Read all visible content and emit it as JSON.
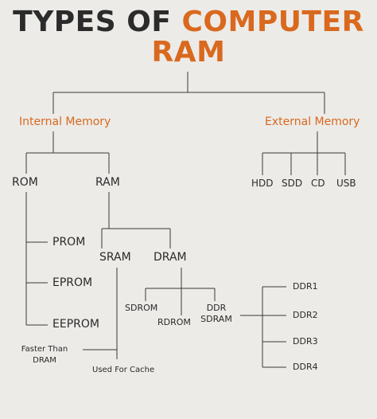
{
  "title": {
    "part1": "TYPES OF ",
    "part1_highlight": "COMPUTER",
    "part2": "RAM"
  },
  "nodes": {
    "internal_memory": "Internal Memory",
    "external_memory": "External Memory",
    "rom": "ROM",
    "ram": "RAM",
    "hdd": "HDD",
    "sdd": "SDD",
    "cd": "CD",
    "usb": "USB",
    "prom": "PROM",
    "eprom": "EPROM",
    "eeprom": "EEPROM",
    "sram": "SRAM",
    "dram": "DRAM",
    "sdrom": "SDROM",
    "rdrom": "RDROM",
    "ddr_sdram_line1": "DDR",
    "ddr_sdram_line2": "SDRAM",
    "ddr1": "DDR1",
    "ddr2": "DDR2",
    "ddr3": "DDR3",
    "ddr4": "DDR4",
    "faster_than_line1": "Faster Than",
    "faster_than_line2": "DRAM",
    "used_for_cache": "Used For Cache"
  },
  "colors": {
    "accent": "#d9691e",
    "text": "#2a2a2a",
    "line": "#3a3a3a",
    "background": "#ecebe8"
  }
}
